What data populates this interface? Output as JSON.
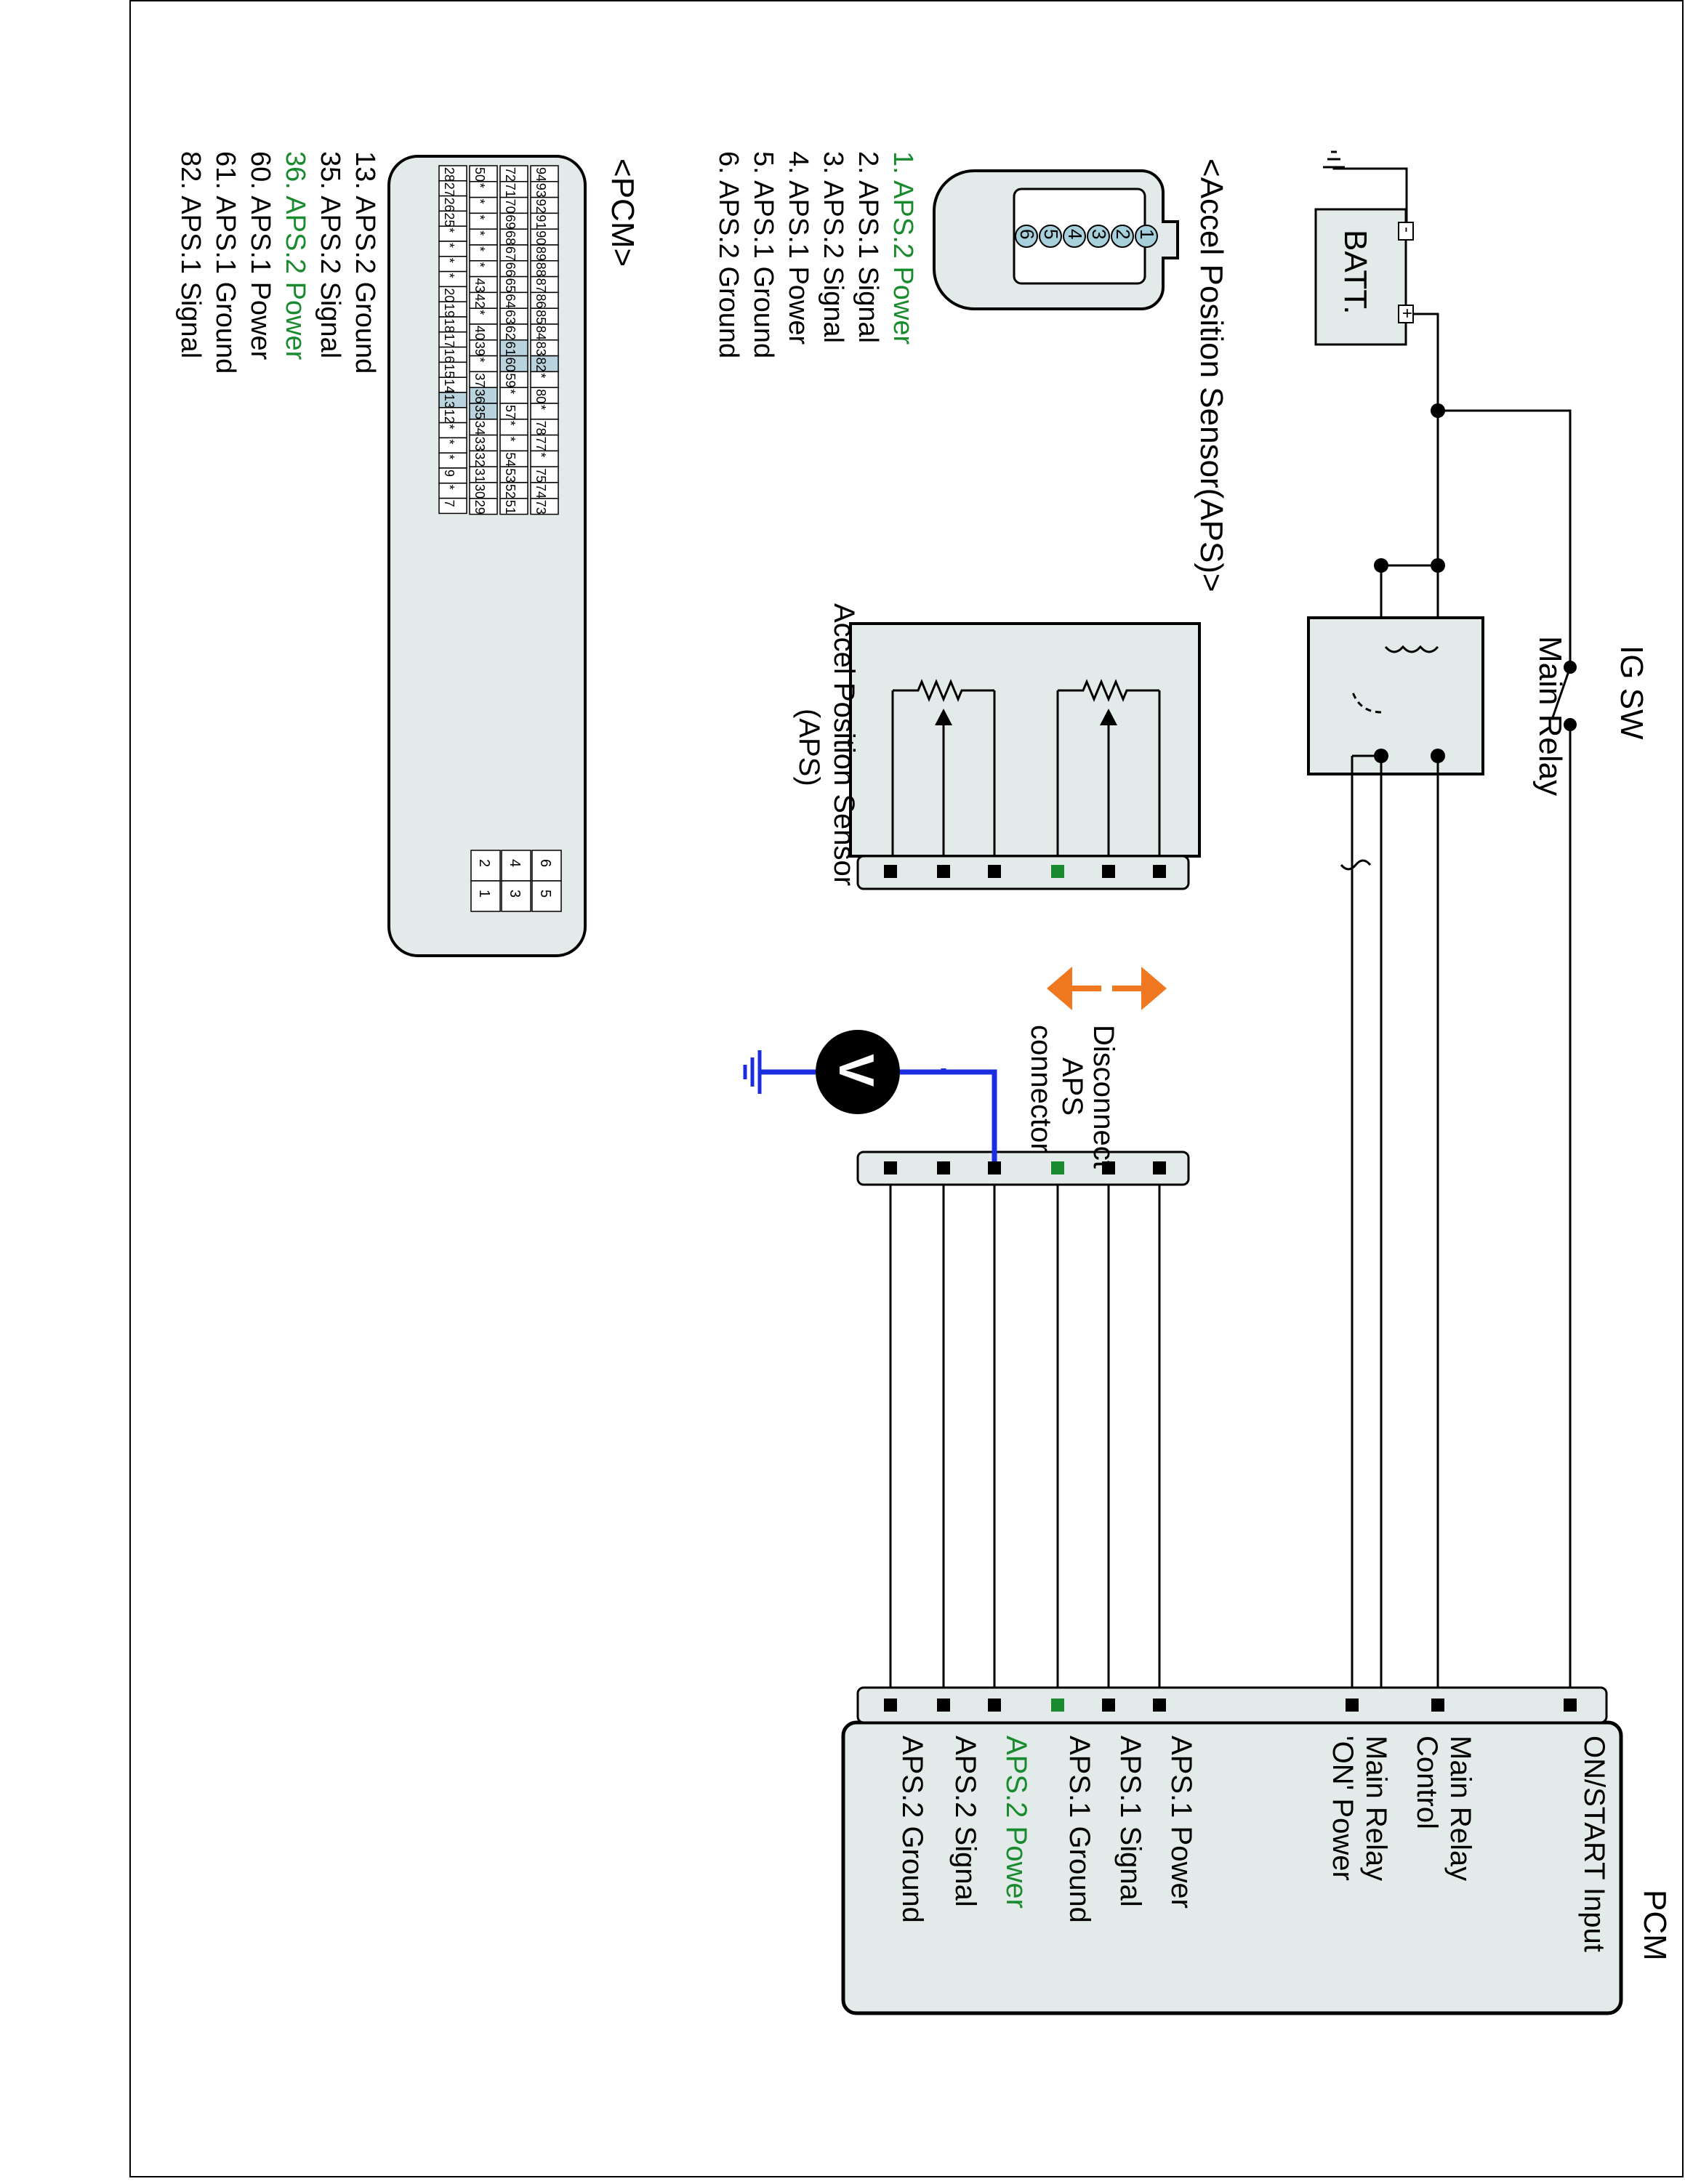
{
  "components": {
    "ig_sw": "IG SW",
    "main_relay": "Main Relay",
    "batt": "BATT.",
    "batt_neg": "-",
    "batt_pos": "+",
    "aps_sensor_line1": "Accel Position Sensor",
    "aps_sensor_line2": "(APS)",
    "pcm": "PCM",
    "voltmeter": "V"
  },
  "annotation": {
    "line1": "Disconnect",
    "line2": "APS",
    "line3": "connector"
  },
  "pcm_terminals": [
    "ON/START Input",
    "Main Relay",
    "Control",
    "Main Relay",
    "'ON' Power",
    "APS.1 Power",
    "APS.1 Signal",
    "APS.1 Ground",
    "APS.2 Power",
    "APS.2 Signal",
    "APS.2 Ground"
  ],
  "aps_connector": {
    "title": "<Accel Position Sensor(APS)>",
    "pins": [
      "6",
      "5",
      "4",
      "3",
      "2",
      "1"
    ],
    "legend": [
      "1. APS.2 Power",
      "2. APS.1 Signal",
      "3. APS.2 Signal",
      "4. APS.1 Power",
      "5. APS.1 Ground",
      "6. APS.2 Ground"
    ],
    "highlight_index": 0
  },
  "pcm_connector": {
    "title": "<PCM>",
    "row1": [
      "94",
      "93",
      "92",
      "91",
      "90",
      "89",
      "88",
      "87",
      "86",
      "85",
      "84",
      "83",
      "82",
      "*",
      "80",
      "*",
      "78",
      "77",
      "*",
      "75",
      "74",
      "73"
    ],
    "row2": [
      "72",
      "71",
      "70",
      "69",
      "68",
      "67",
      "66",
      "65",
      "64",
      "63",
      "62",
      "61",
      "60",
      "59",
      "*",
      "57",
      "*",
      "*",
      "54",
      "53",
      "52",
      "51"
    ],
    "row3": [
      "50",
      "*",
      "*",
      "*",
      "*",
      "*",
      "*",
      "43",
      "42",
      "*",
      "40",
      "39",
      "*",
      "37",
      "36",
      "35",
      "34",
      "33",
      "32",
      "31",
      "30",
      "29"
    ],
    "row4": [
      "28",
      "27",
      "26",
      "25",
      "*",
      "*",
      "*",
      "*",
      "20",
      "19",
      "18",
      "17",
      "16",
      "15",
      "14",
      "13",
      "12",
      "*",
      "*",
      "*",
      "9",
      "*",
      "7"
    ],
    "highlighted": [
      "82",
      "61",
      "60",
      "36",
      "35",
      "13"
    ],
    "small_block": [
      [
        "6",
        "5"
      ],
      [
        "4",
        "3"
      ],
      [
        "2",
        "1"
      ]
    ],
    "legend": [
      "13. APS.2 Ground",
      "35. APS.2 Signal",
      "36. APS.2 Power",
      "60. APS.1 Power",
      "61. APS.1 Ground",
      "82. APS.1 Signal"
    ],
    "highlight_index": 2
  },
  "colors": {
    "highlight_green": "#1a8a2e",
    "probe_blue": "#1a2ee0",
    "arrow_orange": "#f07820",
    "box_fill": "#e3ebea",
    "cell_highlight": "#b9d4de"
  }
}
